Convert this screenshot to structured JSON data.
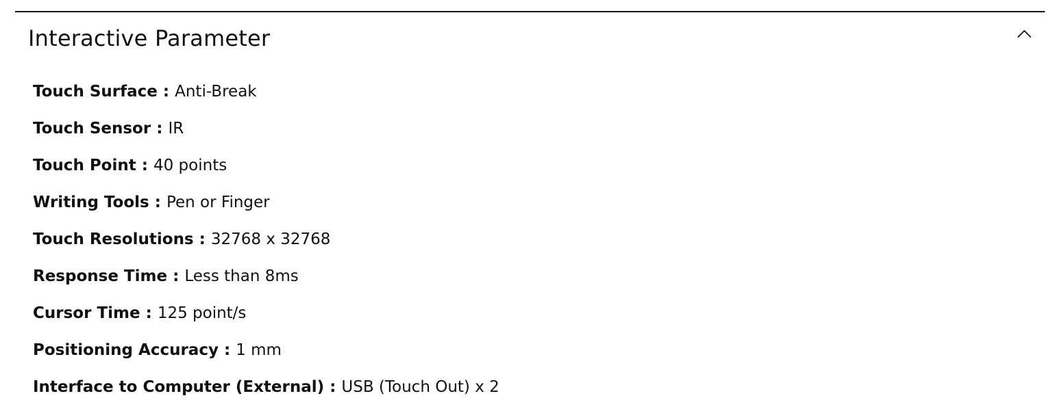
{
  "section": {
    "title": "Interactive Parameter",
    "toggle_icon": "chevron-up-icon",
    "expanded": true
  },
  "specs": [
    {
      "label": "Touch Surface",
      "value": "Anti-Break"
    },
    {
      "label": "Touch Sensor",
      "value": "IR"
    },
    {
      "label": "Touch Point",
      "value": "40 points"
    },
    {
      "label": "Writing Tools",
      "value": "Pen or Finger"
    },
    {
      "label": "Touch Resolutions",
      "value": "32768 x 32768"
    },
    {
      "label": "Response Time",
      "value": "Less than 8ms"
    },
    {
      "label": "Cursor Time",
      "value": "125 point/s"
    },
    {
      "label": "Positioning Accuracy",
      "value": "1 mm"
    },
    {
      "label": "Interface to Computer (External)",
      "value": "USB (Touch Out) x 2"
    }
  ],
  "separator": ":"
}
